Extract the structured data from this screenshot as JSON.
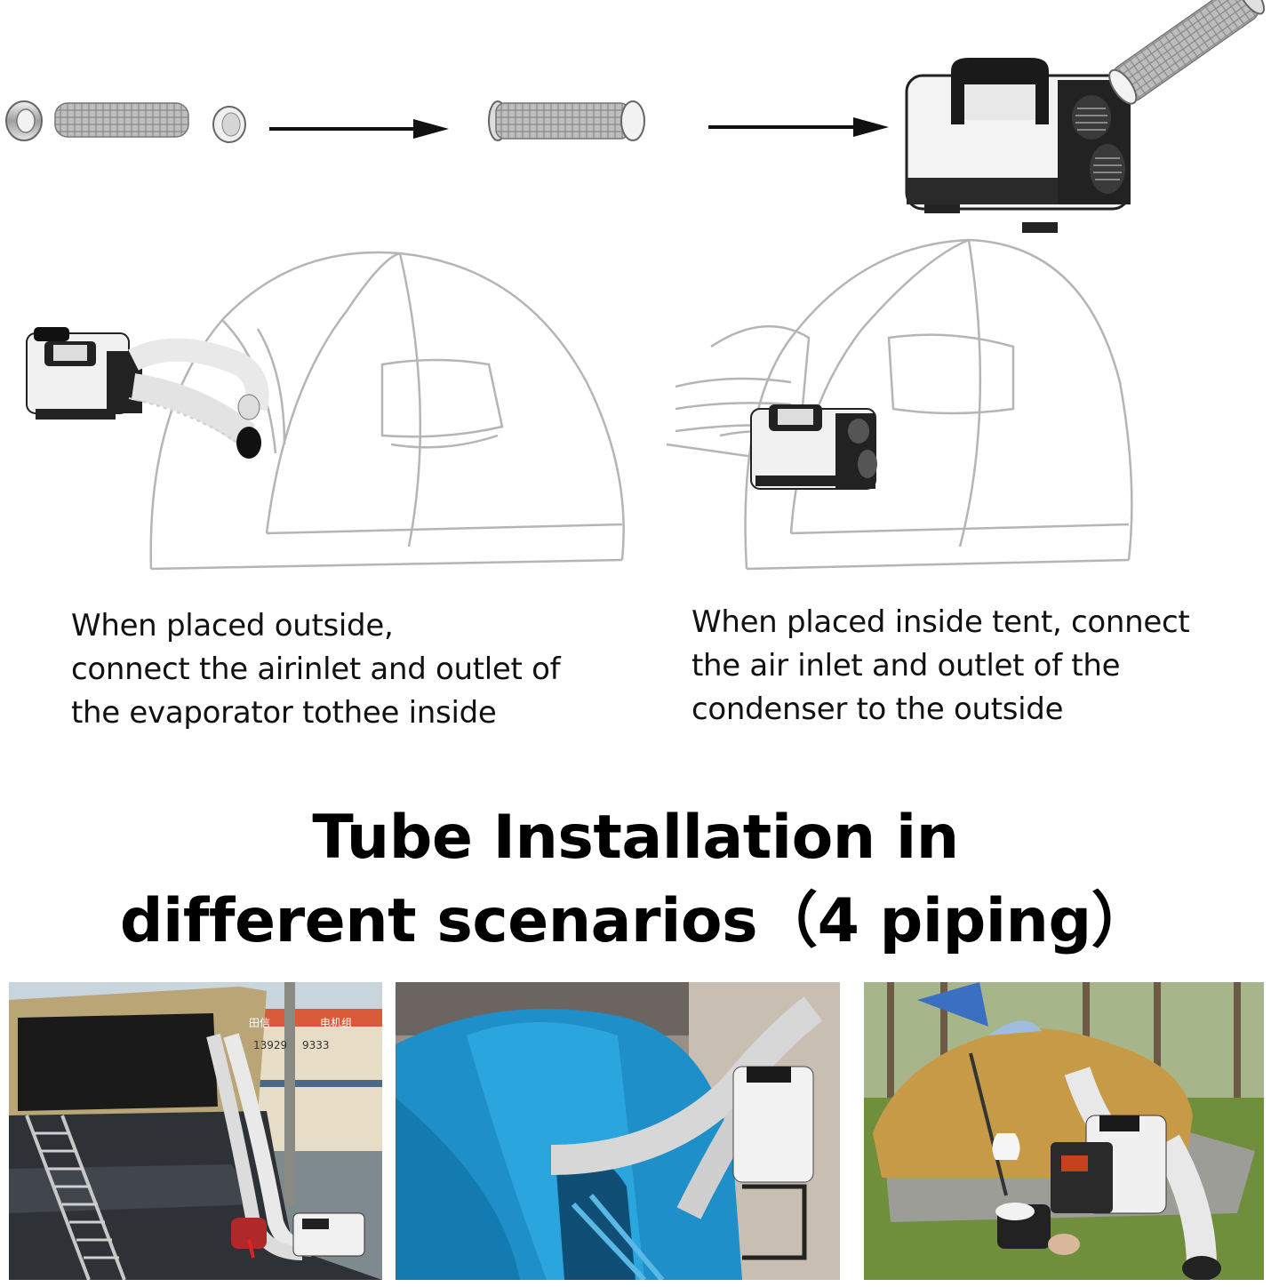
{
  "captions": {
    "outside": "When placed outside,\nconnect the airinlet and outlet of\nthe evaporator tothee inside",
    "inside": "When placed inside tent, connect\nthe air inlet and outlet of the\ncondenser to the outside"
  },
  "headline": {
    "line1": "Tube Installation in",
    "line2": "different scenarios（4 piping）"
  },
  "photos": {
    "car_signage_1": "田信",
    "car_signage_2": "电机组",
    "car_signage_3": "13929",
    "car_signage_4": "9333"
  },
  "icons": {
    "step_arrow": "arrow-right-icon",
    "hose": "flex-hose-icon",
    "unit": "air-conditioner-icon"
  }
}
